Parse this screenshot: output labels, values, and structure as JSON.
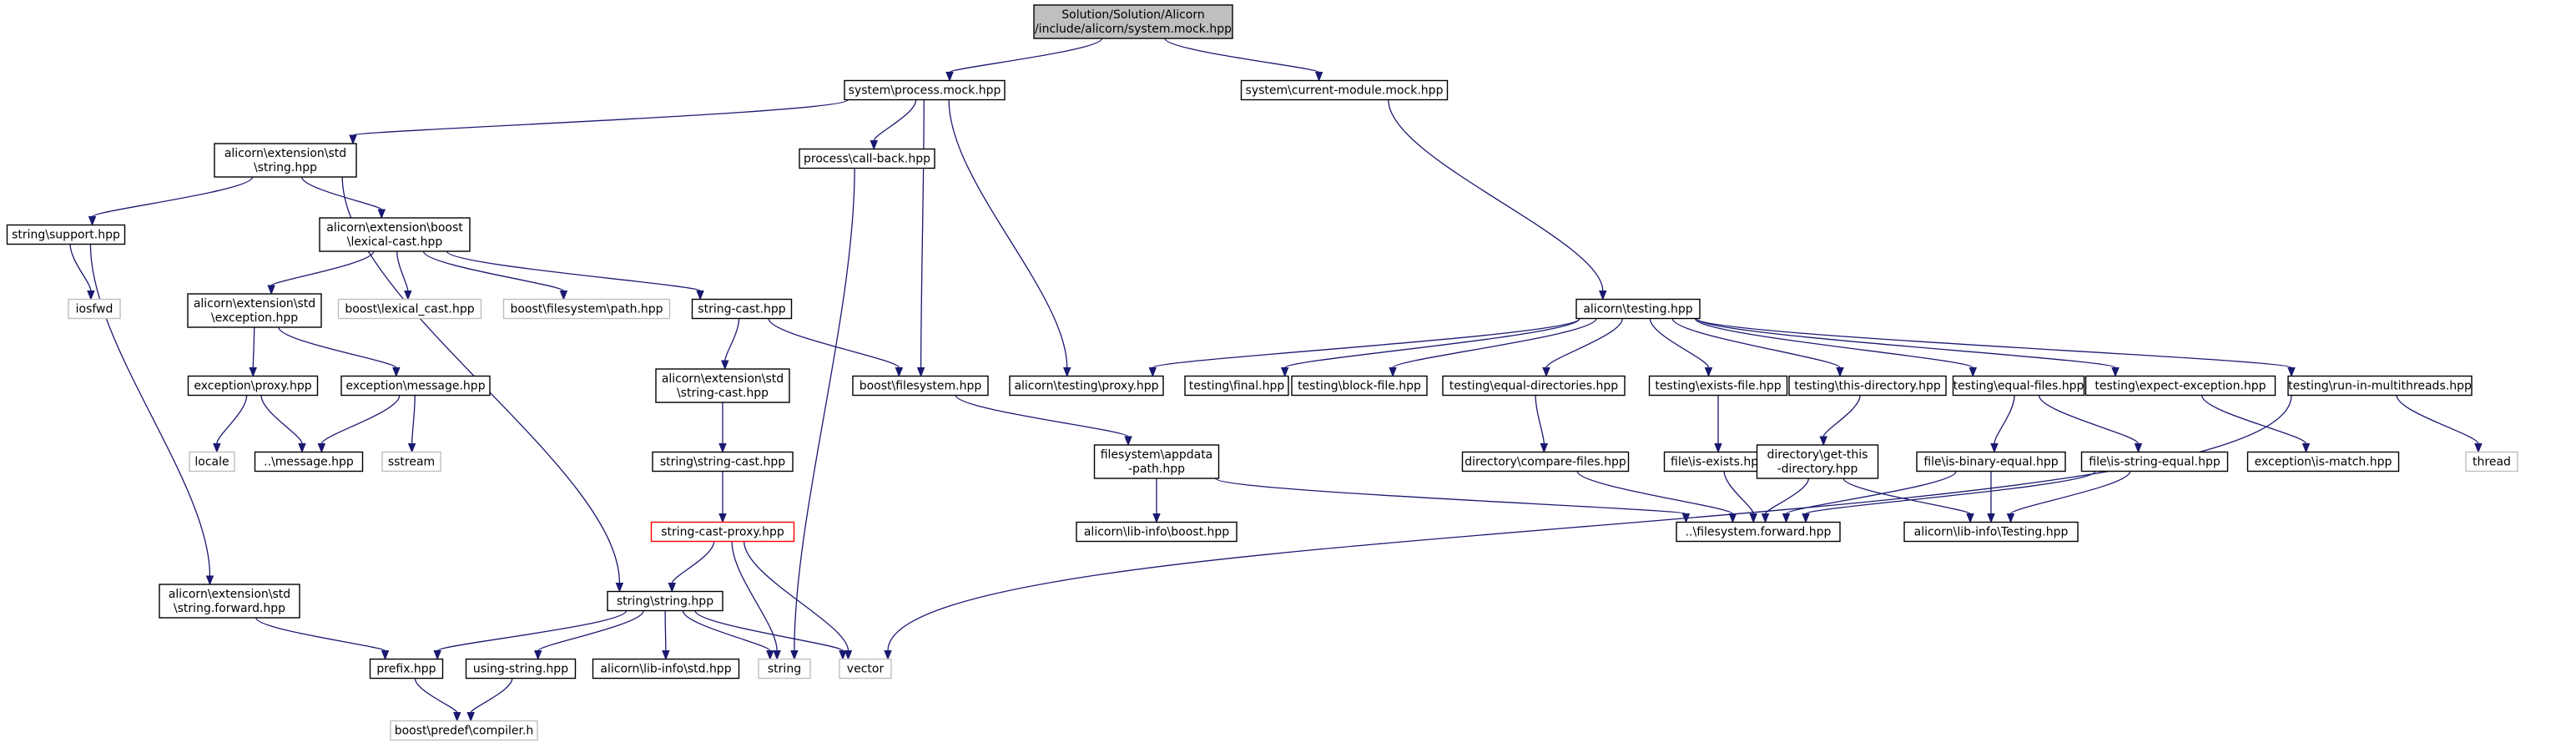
{
  "colors": {
    "edge": "#191970",
    "node_border": "#000000",
    "external_border": "#bfbfbf",
    "root_fill": "#bfbfbf",
    "highlight_border": "#ff0000",
    "background": "#ffffff"
  },
  "nodes": [
    {
      "id": "root",
      "lines": [
        "Solution/Solution/Alicorn",
        "/include/alicorn/system.mock.hpp"
      ],
      "kind": "root"
    },
    {
      "id": "process_mock",
      "lines": [
        "system\\process.mock.hpp"
      ],
      "kind": "normal"
    },
    {
      "id": "current_module",
      "lines": [
        "system\\current-module.mock.hpp"
      ],
      "kind": "normal"
    },
    {
      "id": "ext_string",
      "lines": [
        "alicorn\\extension\\std",
        "\\string.hpp"
      ],
      "kind": "normal"
    },
    {
      "id": "call_back",
      "lines": [
        "process\\call-back.hpp"
      ],
      "kind": "normal"
    },
    {
      "id": "string_support",
      "lines": [
        "string\\support.hpp"
      ],
      "kind": "normal"
    },
    {
      "id": "iosfwd",
      "lines": [
        "iosfwd"
      ],
      "kind": "external"
    },
    {
      "id": "lexical_cast_ext",
      "lines": [
        "alicorn\\extension\\boost",
        "\\lexical-cast.hpp"
      ],
      "kind": "normal"
    },
    {
      "id": "ext_exception",
      "lines": [
        "alicorn\\extension\\std",
        "\\exception.hpp"
      ],
      "kind": "normal"
    },
    {
      "id": "boost_lexical",
      "lines": [
        "boost\\lexical_cast.hpp"
      ],
      "kind": "external"
    },
    {
      "id": "boost_fs_path",
      "lines": [
        "boost\\filesystem\\path.hpp"
      ],
      "kind": "external"
    },
    {
      "id": "string_cast",
      "lines": [
        "string-cast.hpp"
      ],
      "kind": "normal"
    },
    {
      "id": "alicorn_testing",
      "lines": [
        "alicorn\\testing.hpp"
      ],
      "kind": "normal"
    },
    {
      "id": "exception_proxy",
      "lines": [
        "exception\\proxy.hpp"
      ],
      "kind": "normal"
    },
    {
      "id": "exception_message",
      "lines": [
        "exception\\message.hpp"
      ],
      "kind": "normal"
    },
    {
      "id": "ext_string_cast",
      "lines": [
        "alicorn\\extension\\std",
        "\\string-cast.hpp"
      ],
      "kind": "normal"
    },
    {
      "id": "boost_filesystem",
      "lines": [
        "boost\\filesystem.hpp"
      ],
      "kind": "normal"
    },
    {
      "id": "testing_proxy",
      "lines": [
        "alicorn\\testing\\proxy.hpp"
      ],
      "kind": "normal"
    },
    {
      "id": "testing_final",
      "lines": [
        "testing\\final.hpp"
      ],
      "kind": "normal"
    },
    {
      "id": "testing_block_file",
      "lines": [
        "testing\\block-file.hpp"
      ],
      "kind": "normal"
    },
    {
      "id": "testing_equal_dirs",
      "lines": [
        "testing\\equal-directories.hpp"
      ],
      "kind": "normal"
    },
    {
      "id": "testing_exists_file",
      "lines": [
        "testing\\exists-file.hpp"
      ],
      "kind": "normal"
    },
    {
      "id": "testing_this_dir",
      "lines": [
        "testing\\this-directory.hpp"
      ],
      "kind": "normal"
    },
    {
      "id": "testing_equal_files",
      "lines": [
        "testing\\equal-files.hpp"
      ],
      "kind": "normal"
    },
    {
      "id": "testing_expect_exc",
      "lines": [
        "testing\\expect-exception.hpp"
      ],
      "kind": "normal"
    },
    {
      "id": "testing_run_mt",
      "lines": [
        "testing\\run-in-multithreads.hpp"
      ],
      "kind": "normal"
    },
    {
      "id": "locale",
      "lines": [
        "locale"
      ],
      "kind": "external"
    },
    {
      "id": "message_hpp",
      "lines": [
        "..\\message.hpp"
      ],
      "kind": "normal"
    },
    {
      "id": "sstream",
      "lines": [
        "sstream"
      ],
      "kind": "external"
    },
    {
      "id": "string_string_cast",
      "lines": [
        "string\\string-cast.hpp"
      ],
      "kind": "normal"
    },
    {
      "id": "fs_appdata",
      "lines": [
        "filesystem\\appdata",
        "-path.hpp"
      ],
      "kind": "normal"
    },
    {
      "id": "dir_compare_files",
      "lines": [
        "directory\\compare-files.hpp"
      ],
      "kind": "normal"
    },
    {
      "id": "file_is_exists",
      "lines": [
        "file\\is-exists.hpp"
      ],
      "kind": "normal"
    },
    {
      "id": "dir_get_this",
      "lines": [
        "directory\\get-this",
        "-directory.hpp"
      ],
      "kind": "normal"
    },
    {
      "id": "file_is_binary_equal",
      "lines": [
        "file\\is-binary-equal.hpp"
      ],
      "kind": "normal"
    },
    {
      "id": "file_is_string_equal",
      "lines": [
        "file\\is-string-equal.hpp"
      ],
      "kind": "normal"
    },
    {
      "id": "exception_is_match",
      "lines": [
        "exception\\is-match.hpp"
      ],
      "kind": "normal"
    },
    {
      "id": "thread",
      "lines": [
        "thread"
      ],
      "kind": "external"
    },
    {
      "id": "string_cast_proxy",
      "lines": [
        "string-cast-proxy.hpp"
      ],
      "kind": "highlight"
    },
    {
      "id": "lib_info_boost",
      "lines": [
        "alicorn\\lib-info\\boost.hpp"
      ],
      "kind": "normal"
    },
    {
      "id": "fs_forward",
      "lines": [
        "..\\filesystem.forward.hpp"
      ],
      "kind": "normal"
    },
    {
      "id": "lib_info_testing",
      "lines": [
        "alicorn\\lib-info\\Testing.hpp"
      ],
      "kind": "normal"
    },
    {
      "id": "ext_string_forward",
      "lines": [
        "alicorn\\extension\\std",
        "\\string.forward.hpp"
      ],
      "kind": "normal"
    },
    {
      "id": "string_string",
      "lines": [
        "string\\string.hpp"
      ],
      "kind": "normal"
    },
    {
      "id": "prefix",
      "lines": [
        "prefix.hpp"
      ],
      "kind": "normal"
    },
    {
      "id": "using_string",
      "lines": [
        "using-string.hpp"
      ],
      "kind": "normal"
    },
    {
      "id": "lib_info_std",
      "lines": [
        "alicorn\\lib-info\\std.hpp"
      ],
      "kind": "normal"
    },
    {
      "id": "string_ext",
      "lines": [
        "string"
      ],
      "kind": "external"
    },
    {
      "id": "vector",
      "lines": [
        "vector"
      ],
      "kind": "external"
    },
    {
      "id": "boost_predef",
      "lines": [
        "boost\\predef\\compiler.h"
      ],
      "kind": "external"
    }
  ],
  "edges": [
    [
      "root",
      "process_mock"
    ],
    [
      "root",
      "current_module"
    ],
    [
      "process_mock",
      "ext_string"
    ],
    [
      "process_mock",
      "call_back"
    ],
    [
      "process_mock",
      "boost_filesystem"
    ],
    [
      "process_mock",
      "testing_proxy"
    ],
    [
      "current_module",
      "alicorn_testing"
    ],
    [
      "ext_string",
      "string_support"
    ],
    [
      "ext_string",
      "lexical_cast_ext"
    ],
    [
      "ext_string",
      "string_string"
    ],
    [
      "call_back",
      "string_ext"
    ],
    [
      "string_support",
      "iosfwd"
    ],
    [
      "string_support",
      "ext_string_forward"
    ],
    [
      "lexical_cast_ext",
      "ext_exception"
    ],
    [
      "lexical_cast_ext",
      "boost_lexical"
    ],
    [
      "lexical_cast_ext",
      "boost_fs_path"
    ],
    [
      "lexical_cast_ext",
      "string_cast"
    ],
    [
      "ext_exception",
      "exception_proxy"
    ],
    [
      "ext_exception",
      "exception_message"
    ],
    [
      "exception_proxy",
      "locale"
    ],
    [
      "exception_proxy",
      "message_hpp"
    ],
    [
      "exception_message",
      "message_hpp"
    ],
    [
      "exception_message",
      "sstream"
    ],
    [
      "string_cast",
      "ext_string_cast"
    ],
    [
      "string_cast",
      "boost_filesystem"
    ],
    [
      "ext_string_cast",
      "string_string_cast"
    ],
    [
      "string_string_cast",
      "string_cast_proxy"
    ],
    [
      "string_cast_proxy",
      "string_string"
    ],
    [
      "string_cast_proxy",
      "string_ext"
    ],
    [
      "string_cast_proxy",
      "vector"
    ],
    [
      "boost_filesystem",
      "fs_appdata"
    ],
    [
      "fs_appdata",
      "lib_info_boost"
    ],
    [
      "fs_appdata",
      "fs_forward"
    ],
    [
      "alicorn_testing",
      "testing_proxy"
    ],
    [
      "alicorn_testing",
      "testing_final"
    ],
    [
      "alicorn_testing",
      "testing_block_file"
    ],
    [
      "alicorn_testing",
      "testing_equal_dirs"
    ],
    [
      "alicorn_testing",
      "testing_exists_file"
    ],
    [
      "alicorn_testing",
      "testing_this_dir"
    ],
    [
      "alicorn_testing",
      "testing_equal_files"
    ],
    [
      "alicorn_testing",
      "testing_expect_exc"
    ],
    [
      "alicorn_testing",
      "testing_run_mt"
    ],
    [
      "testing_equal_dirs",
      "dir_compare_files"
    ],
    [
      "testing_exists_file",
      "file_is_exists"
    ],
    [
      "testing_this_dir",
      "dir_get_this"
    ],
    [
      "testing_equal_files",
      "file_is_binary_equal"
    ],
    [
      "testing_equal_files",
      "file_is_string_equal"
    ],
    [
      "testing_expect_exc",
      "exception_is_match"
    ],
    [
      "testing_run_mt",
      "thread"
    ],
    [
      "testing_run_mt",
      "vector"
    ],
    [
      "dir_compare_files",
      "fs_forward"
    ],
    [
      "file_is_exists",
      "fs_forward"
    ],
    [
      "dir_get_this",
      "fs_forward"
    ],
    [
      "dir_get_this",
      "lib_info_testing"
    ],
    [
      "file_is_binary_equal",
      "fs_forward"
    ],
    [
      "file_is_binary_equal",
      "lib_info_testing"
    ],
    [
      "file_is_string_equal",
      "fs_forward"
    ],
    [
      "file_is_string_equal",
      "lib_info_testing"
    ],
    [
      "ext_string_forward",
      "prefix"
    ],
    [
      "string_string",
      "prefix"
    ],
    [
      "string_string",
      "using_string"
    ],
    [
      "string_string",
      "lib_info_std"
    ],
    [
      "string_string",
      "string_ext"
    ],
    [
      "string_string",
      "vector"
    ],
    [
      "prefix",
      "boost_predef"
    ],
    [
      "using_string",
      "boost_predef"
    ]
  ]
}
